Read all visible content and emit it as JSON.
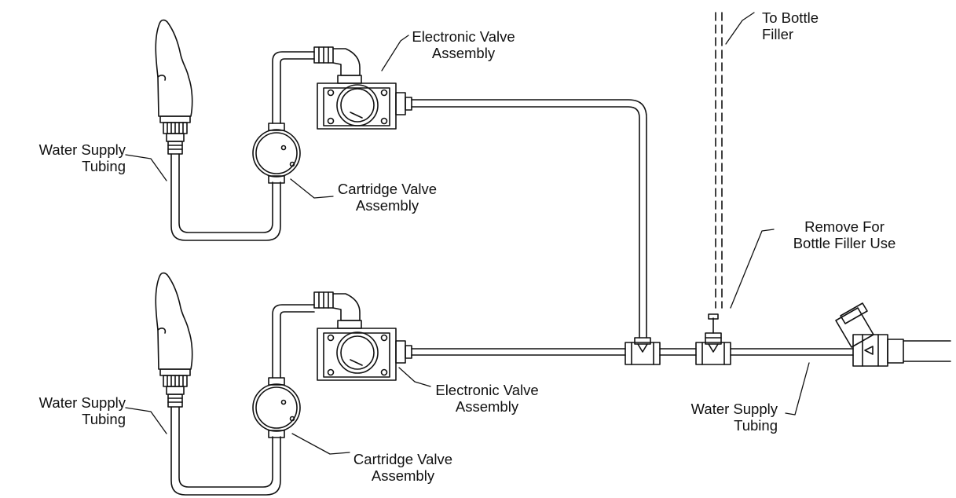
{
  "labels": {
    "water_supply_top": [
      "Water Supply",
      "Tubing"
    ],
    "water_supply_bottom": [
      "Water Supply",
      "Tubing"
    ],
    "water_supply_main": [
      "Water Supply",
      "Tubing"
    ],
    "electronic_valve_top": [
      "Electronic Valve",
      "Assembly"
    ],
    "electronic_valve_bottom": [
      "Electronic Valve",
      "Assembly"
    ],
    "cartridge_valve_top": [
      "Cartridge Valve",
      "Assembly"
    ],
    "cartridge_valve_bottom": [
      "Cartridge Valve",
      "Assembly"
    ],
    "to_bottle_filler": [
      "To Bottle",
      "Filler"
    ],
    "remove_for_bottle_filler": [
      "Remove For",
      "Bottle Filler Use"
    ]
  },
  "colors": {
    "line": "#111111",
    "background": "#ffffff"
  }
}
